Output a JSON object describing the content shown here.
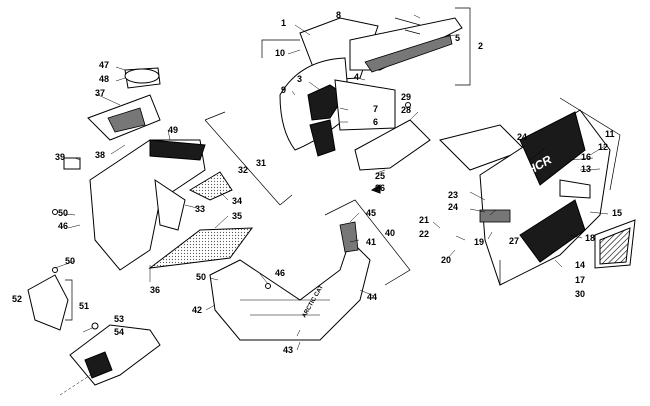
{
  "diagram": {
    "callouts": [
      "1",
      "2",
      "3",
      "4",
      "5",
      "6",
      "7",
      "8",
      "9",
      "10",
      "11",
      "12",
      "13",
      "14",
      "15",
      "16",
      "17",
      "18",
      "19",
      "20",
      "21",
      "22",
      "23",
      "24",
      "24",
      "25",
      "26",
      "27",
      "28",
      "29",
      "30",
      "31",
      "32",
      "33",
      "34",
      "35",
      "36",
      "37",
      "38",
      "39",
      "40",
      "41",
      "42",
      "43",
      "44",
      "45",
      "46",
      "46",
      "47",
      "48",
      "49",
      "50",
      "50",
      "50",
      "51",
      "52",
      "53",
      "54"
    ],
    "decal_text": [
      "ARCTIC CAT",
      "HCR"
    ],
    "colors": {
      "ink": "#000000",
      "paper": "#ffffff",
      "shade": "#777777"
    }
  }
}
